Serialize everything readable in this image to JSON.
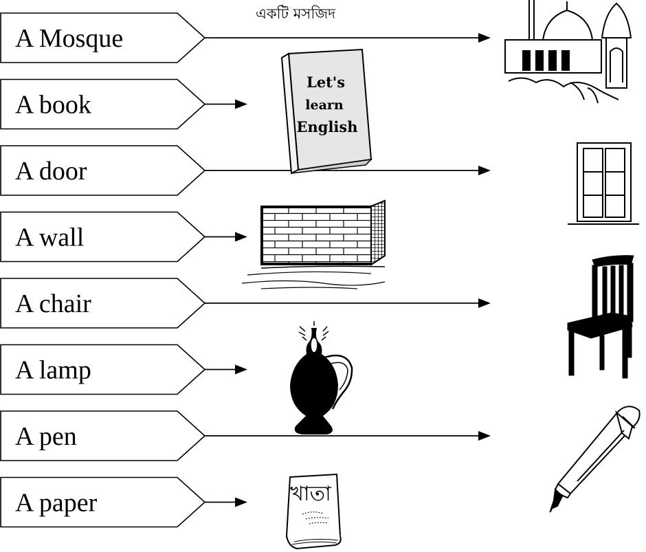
{
  "worksheet": {
    "translation_note": "একটি মসজিদ",
    "book_cover": [
      "Let's",
      "learn",
      "English"
    ],
    "paper_heading": "খাতা",
    "items": [
      {
        "label": "A Mosque",
        "picture": "mosque-icon"
      },
      {
        "label": "A book",
        "picture": "book-icon"
      },
      {
        "label": "A door",
        "picture": "door-icon"
      },
      {
        "label": "A wall",
        "picture": "brick-wall-icon"
      },
      {
        "label": "A chair",
        "picture": "chair-icon"
      },
      {
        "label": "A lamp",
        "picture": "oil-lamp-icon"
      },
      {
        "label": "A pen",
        "picture": "pen-icon"
      },
      {
        "label": "A paper",
        "picture": "notebook-icon"
      }
    ]
  }
}
